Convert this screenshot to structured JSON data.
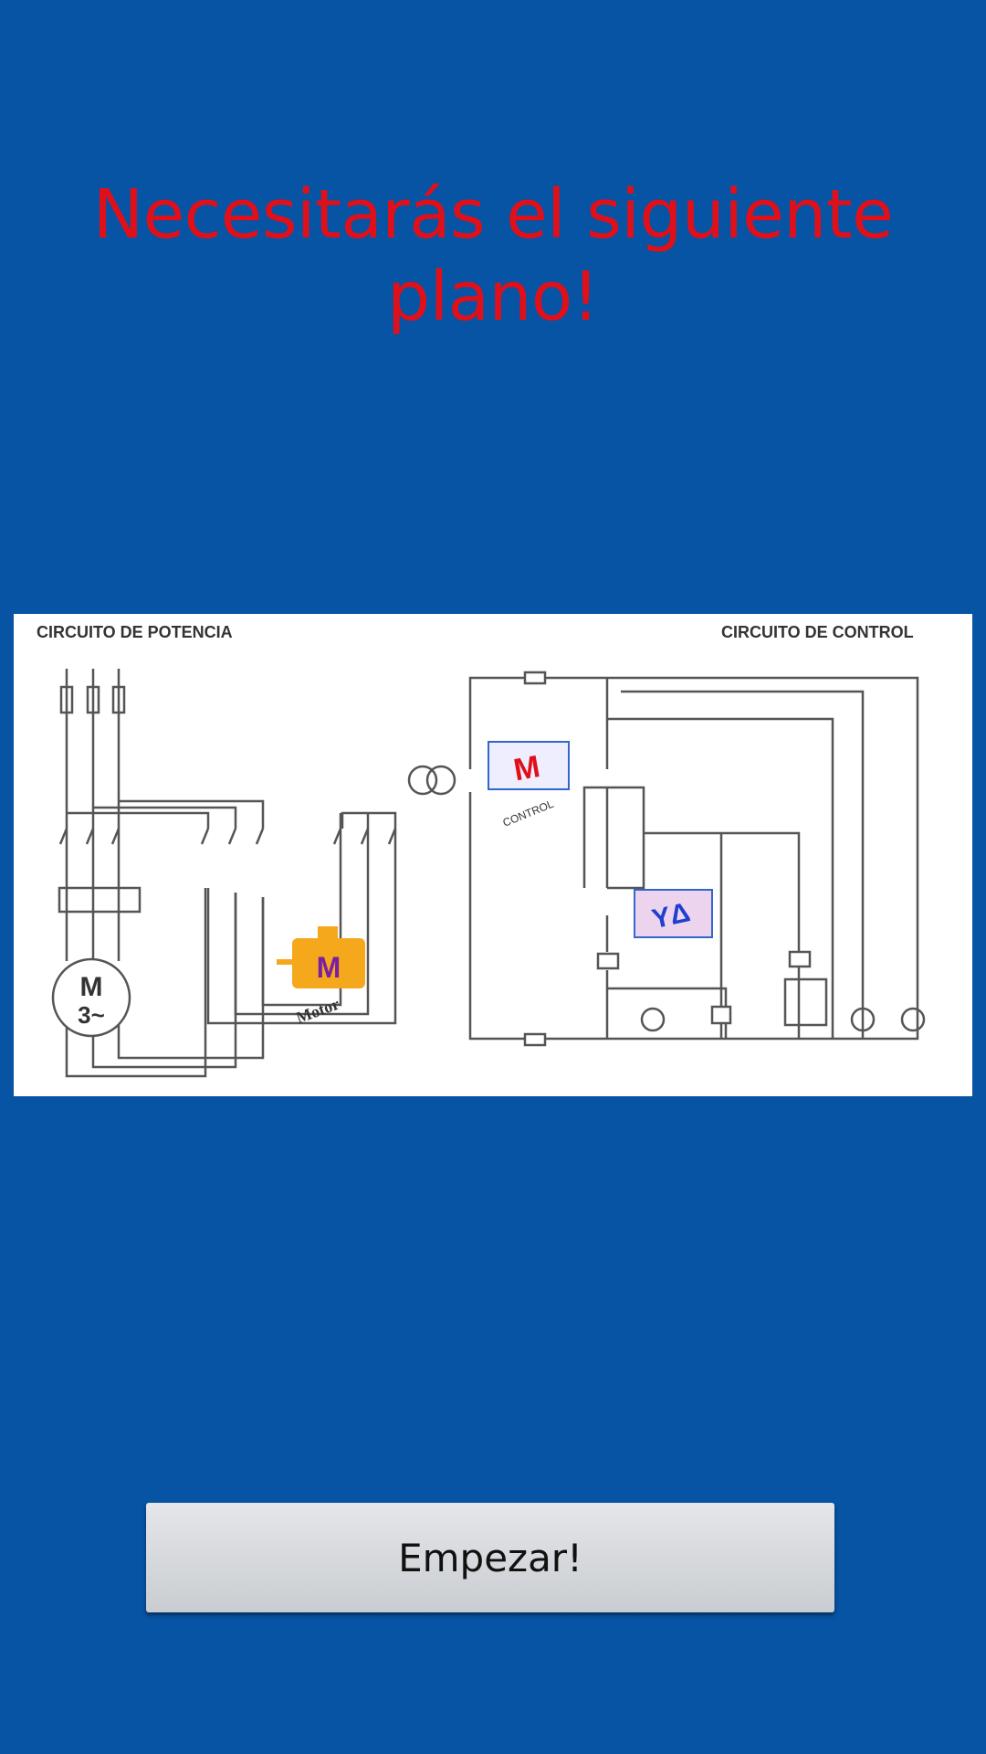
{
  "header": {
    "title": "Necesitarás el siguiente plano!"
  },
  "diagram": {
    "power_title": "CIRCUITO DE POTENCIA",
    "control_title": "CIRCUITO DE CONTROL",
    "motor_symbol_top": "M",
    "motor_symbol_bottom": "3~",
    "motor_logo_label": "Motor",
    "control_logo_label": "CONTROL"
  },
  "actions": {
    "start_label": "Empezar!"
  },
  "colors": {
    "background": "#0753a4",
    "title": "#e0101a",
    "motor_logo": "#f5a81c",
    "motor_letter": "#7b1fa2"
  }
}
